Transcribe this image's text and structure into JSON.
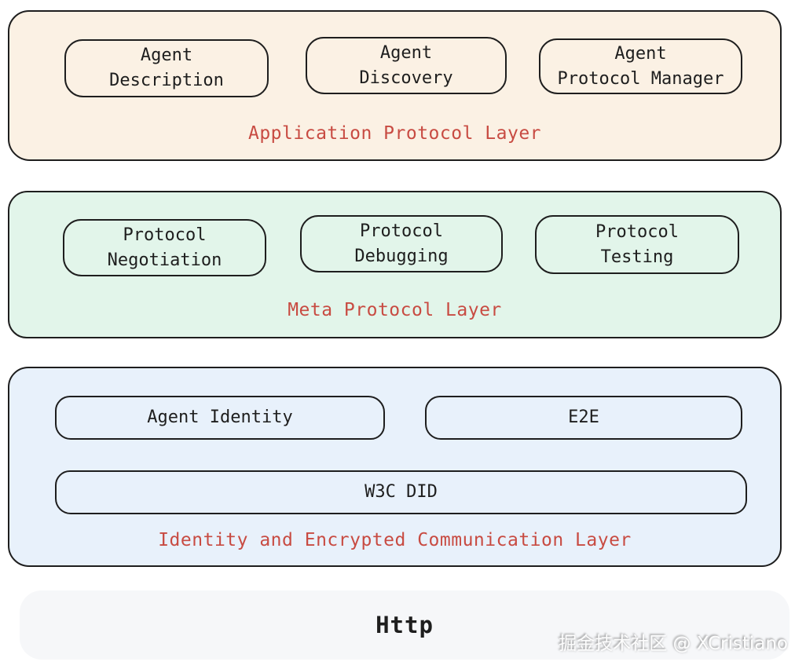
{
  "colors": {
    "stroke": "#1e1e1e",
    "layer_label_red": "#c84b42",
    "application_layer_bg": "#fbf1e4",
    "meta_layer_bg": "#e2f5ea",
    "identity_layer_bg": "#e8f1fb",
    "http_bar_bg": "#f6f7f9"
  },
  "layers": [
    {
      "label": "Application Protocol Layer",
      "boxes": [
        {
          "label": "Agent\nDescription"
        },
        {
          "label": "Agent\nDiscovery"
        },
        {
          "label": "Agent\nProtocol Manager"
        }
      ]
    },
    {
      "label": "Meta Protocol Layer",
      "boxes": [
        {
          "label": "Protocol\nNegotiation"
        },
        {
          "label": "Protocol\nDebugging"
        },
        {
          "label": "Protocol\nTesting"
        }
      ]
    },
    {
      "label": "Identity and Encrypted Communication Layer",
      "boxes": [
        {
          "label": "Agent Identity"
        },
        {
          "label": "E2E"
        },
        {
          "label": "W3C DID"
        }
      ]
    }
  ],
  "http_bar": {
    "label": "Http"
  },
  "watermark": {
    "text": "掘金技术社区 @ XCristiano"
  }
}
